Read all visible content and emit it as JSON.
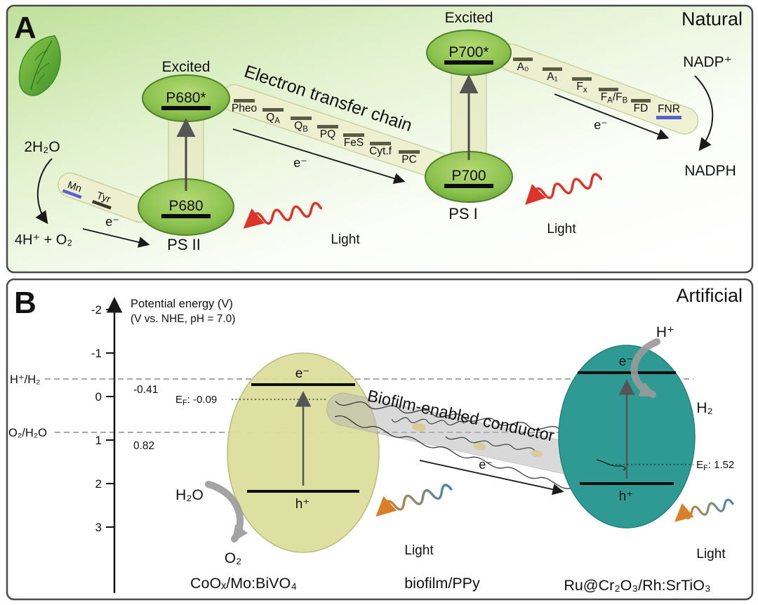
{
  "panelA": {
    "label": "A",
    "corner_label": "Natural",
    "water_in": "2H₂O",
    "water_out": "4H⁺ + O₂",
    "mn": "Mn",
    "tyr": "Tyr",
    "e1": "e⁻",
    "e2": "e⁻",
    "e3": "e⁻",
    "excited_ps2": "Excited",
    "excited_ps1": "Excited",
    "p680": "P680",
    "p680_star": "P680*",
    "p700": "P700",
    "p700_star": "P700*",
    "ps2": "PS II",
    "ps1": "PS I",
    "light1": "Light",
    "light2": "Light",
    "etc_title": "Electron transfer chain",
    "chain1": {
      "pheo": "Pheo",
      "qa_main": "Q",
      "qa_sub": "A",
      "qb_main": "Q",
      "qb_sub": "B",
      "pq": "PQ",
      "fes": "FeS",
      "cytf": "Cyt.f",
      "pc": "PC"
    },
    "chain2": {
      "a0": "A₀",
      "a1": "A₁",
      "fx_main": "F",
      "fx_sub": "x",
      "fab_1": "F",
      "fab_1s": "A",
      "fab_2": "/F",
      "fab_2s": "B",
      "fd": "FD",
      "fnr": "FNR"
    },
    "nadp": "NADP⁺",
    "nadph": "NADPH"
  },
  "panelB": {
    "label": "B",
    "corner_label": "Artificial",
    "axis_title": "Potential energy (V)",
    "axis_note": "(V vs. NHE, pH = 7.0)",
    "ticks": [
      "-2",
      "-1",
      "0",
      "1",
      "2",
      "3"
    ],
    "h2_couple": "H⁺/H₂",
    "h2_couple_value": "-0.41",
    "o2_couple": "O₂/H₂O",
    "o2_couple_value": "0.82",
    "left_e": "e⁻",
    "left_h": "h⁺",
    "ef_main_left": "E",
    "ef_sub_left": "F",
    "ef_value_left": ": -0.09",
    "right_e": "e⁻",
    "right_h": "h⁺",
    "ef_main_right": "E",
    "ef_sub_right": "F",
    "ef_value_right": ": 1.52",
    "conductor_title": "Biofilm-enabled conductor",
    "e_conductor": "e⁻",
    "h2o": "H₂O",
    "o2": "O₂",
    "h_plus": "H⁺",
    "h2": "H₂",
    "light1": "Light",
    "light2": "Light",
    "catalyst_left": "CoOₓ/Mo:BiVO₄",
    "catalyst_mid": "biofilm/PPy",
    "catalyst_right": "Ru@Cr₂O₃/Rh:SrTiO₃"
  },
  "colors": {
    "light_red": "#dd3328",
    "cofactor_blue": "#5a5fd0",
    "left_ellipse": "#dcdf9e",
    "right_ellipse": "#2f9a93",
    "panel_green": "#bfe09a",
    "tube_gray": "#b5b5b5"
  }
}
